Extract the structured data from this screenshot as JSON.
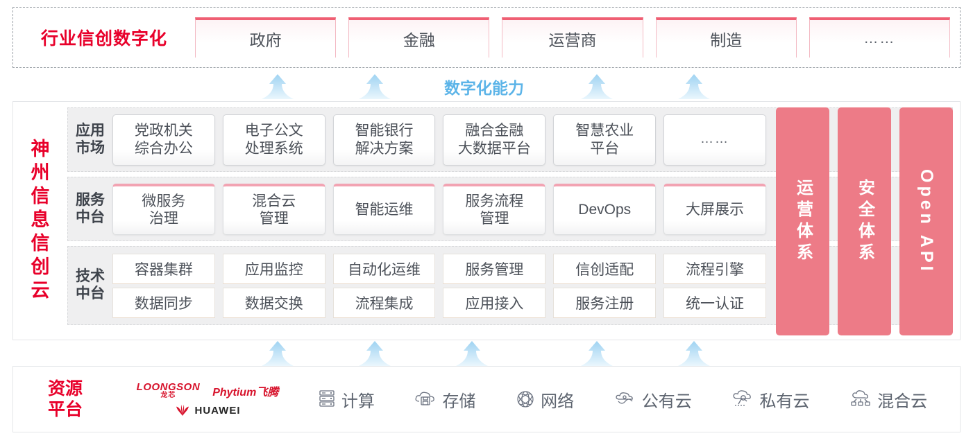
{
  "industry": {
    "title": "行业信创数字化",
    "cards": [
      "政府",
      "金融",
      "运营商",
      "制造",
      "……"
    ]
  },
  "capability_label": "数字化能力",
  "cloud": {
    "title": "神州信息信创云",
    "tiers": [
      {
        "label": "应用\n市场",
        "label_line1": "应用",
        "label_line2": "市场",
        "cards": [
          "党政机关\n综合办公",
          "电子公文\n处理系统",
          "智能银行\n解决方案",
          "融合金融\n大数据平台",
          "智慧农业\n平台",
          "……"
        ],
        "cards_flat": [
          {
            "l1": "党政机关",
            "l2": "综合办公"
          },
          {
            "l1": "电子公文",
            "l2": "处理系统"
          },
          {
            "l1": "智能银行",
            "l2": "解决方案"
          },
          {
            "l1": "融合金融",
            "l2": "大数据平台"
          },
          {
            "l1": "智慧农业",
            "l2": "平台"
          },
          {
            "l1": "……",
            "l2": ""
          }
        ]
      },
      {
        "label_line1": "服务",
        "label_line2": "中台",
        "cards_flat": [
          {
            "l1": "微服务",
            "l2": "治理"
          },
          {
            "l1": "混合云",
            "l2": "管理"
          },
          {
            "l1": "智能运维",
            "l2": ""
          },
          {
            "l1": "服务流程",
            "l2": "管理"
          },
          {
            "l1": "DevOps",
            "l2": ""
          },
          {
            "l1": "大屏展示",
            "l2": ""
          }
        ]
      },
      {
        "label_line1": "技术",
        "label_line2": "中台",
        "row1": [
          "容器集群",
          "应用监控",
          "自动化运维",
          "服务管理",
          "信创适配",
          "流程引擎"
        ],
        "row2": [
          "数据同步",
          "数据交换",
          "流程集成",
          "应用接入",
          "服务注册",
          "统一认证"
        ]
      }
    ],
    "pillars": [
      {
        "text": "运营体系",
        "type": "cn"
      },
      {
        "text": "安全体系",
        "type": "cn"
      },
      {
        "text": "Open API",
        "type": "en"
      }
    ]
  },
  "resource": {
    "title_line1": "资源",
    "title_line2": "平台",
    "logos": {
      "loongson_en": "LOONGSON",
      "loongson_cn": "龙芯",
      "phytium": "Phytium飞腾",
      "huawei": "HUAWEI"
    },
    "items": [
      {
        "label": "计算",
        "icon": "server-icon"
      },
      {
        "label": "存储",
        "icon": "cloud-storage-icon"
      },
      {
        "label": "网络",
        "icon": "network-icon"
      },
      {
        "label": "公有云",
        "icon": "public-cloud-icon"
      },
      {
        "label": "私有云",
        "icon": "private-cloud-icon"
      },
      {
        "label": "混合云",
        "icon": "hybrid-cloud-icon"
      }
    ]
  },
  "colors": {
    "brand_red": "#e8002a",
    "card_accent_pink": "#ef5f73",
    "pillar_pink": "#ed7b87",
    "arrow_blue": "#a8d8f3",
    "capability_blue": "#5cb4e8",
    "tier_bg": "#efeff0"
  },
  "arrows": {
    "top_xs": [
      385,
      525,
      845,
      985
    ],
    "bottom_xs": [
      385,
      525,
      665,
      845,
      985
    ]
  }
}
